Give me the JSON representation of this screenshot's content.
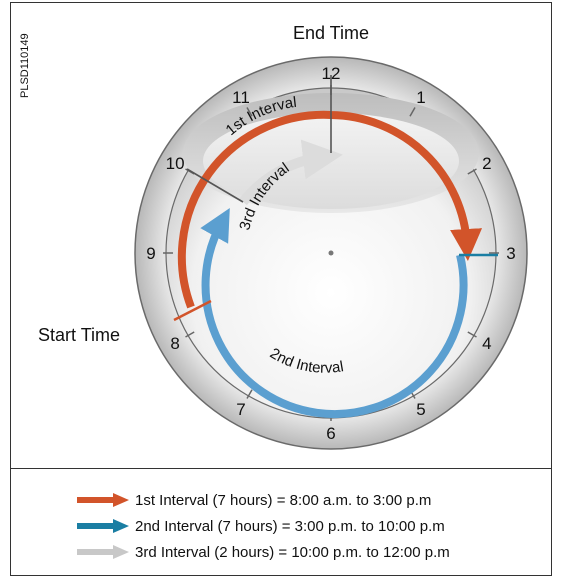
{
  "figure_id": "PLSD110149",
  "end_time_label": "End Time",
  "start_time_label": "Start Time",
  "hours": [
    "12",
    "1",
    "2",
    "3",
    "4",
    "5",
    "6",
    "7",
    "8",
    "9",
    "10",
    "11"
  ],
  "arc_labels": {
    "first": "1st Interval",
    "second": "2nd Interval",
    "third": "3rd Interval"
  },
  "colors": {
    "first": "#d2542a",
    "second": "#5b9fd0",
    "third": "#d8d8d8",
    "teal_marker": "#1a7ea3"
  },
  "legend": [
    {
      "text": "1st  Interval (7 hours) = 8:00 a.m. to 3:00 p.m",
      "color": "#d2542a"
    },
    {
      "text": "2nd  Interval (7 hours) = 3:00 p.m. to 10:00 p.m",
      "color": "#1a7ea3"
    },
    {
      "text": "3rd  Interval (2 hours) = 10:00 p.m. to 12:00 p.m",
      "color": "#c8c8c8"
    }
  ]
}
